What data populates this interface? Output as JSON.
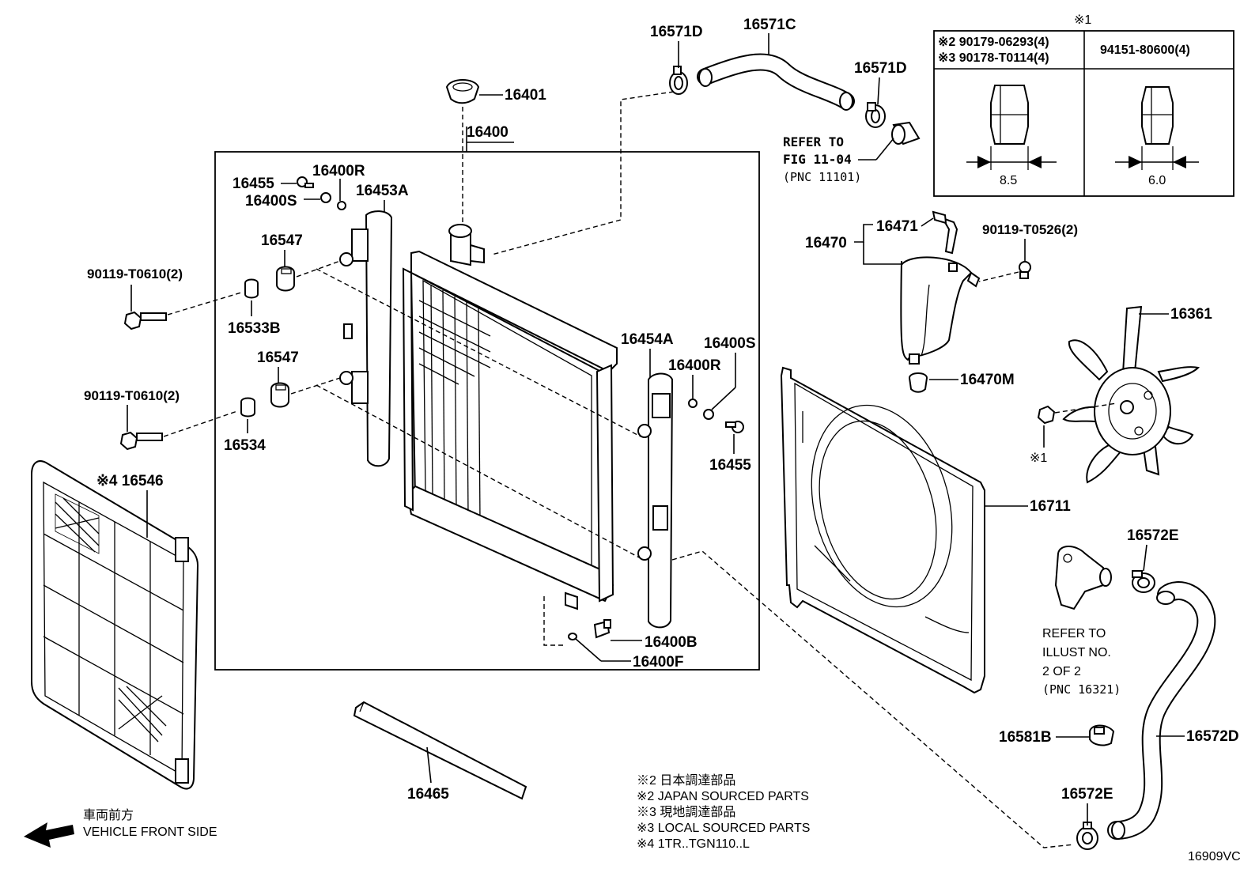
{
  "labels": {
    "p16571D_a": "16571D",
    "p16571C": "16571C",
    "p16571D_b": "16571D",
    "p16401": "16401",
    "p16400": "16400",
    "p16455_a": "16455",
    "p16400R_a": "16400R",
    "p16400S_a": "16400S",
    "p16453A": "16453A",
    "p16547_a": "16547",
    "p16533B": "16533B",
    "p90119_a": "90119-T0610(2)",
    "p16547_b": "16547",
    "p90119_b": "90119-T0610(2)",
    "p16534": "16534",
    "p16454A": "16454A",
    "p16400S_b": "16400S",
    "p16400R_b": "16400R",
    "p16455_b": "16455",
    "p16546": "※4 16546",
    "p16400B": "16400B",
    "p16400F": "16400F",
    "p16465": "16465",
    "p16471": "16471",
    "p16470": "16470",
    "p90119_T0526": "90119-T0526(2)",
    "p16361": "16361",
    "p16470M": "16470M",
    "x1_fan": "※1",
    "p16711": "16711",
    "p16572E_a": "16572E",
    "p16581B": "16581B",
    "p16572D": "16572D",
    "p16572E_b": "16572E",
    "diagram_code": "16909VC"
  },
  "refer_fig": {
    "line1": "REFER TO",
    "line2": "FIG 11-04",
    "line3": "(PNC 11101)"
  },
  "refer_illust": {
    "line1": "REFER TO",
    "line2": "ILLUST NO.",
    "line3": "2 OF 2",
    "line4": "(PNC 16321)"
  },
  "nut_table": {
    "marker": "※1",
    "left_row1": "※2 90179-06293(4)",
    "left_row2": "※3 90178-T0114(4)",
    "right_header": "94151-80600(4)",
    "left_dim": "8.5",
    "right_dim": "6.0"
  },
  "legend": {
    "l1": "※2  日本調達部品",
    "l2": "※2  JAPAN SOURCED PARTS",
    "l3": "※3  現地調達部品",
    "l4": "※3  LOCAL SOURCED PARTS",
    "l5": "※4  1TR..TGN110..L"
  },
  "front": {
    "jp": "車両前方",
    "en": "VEHICLE FRONT SIDE"
  }
}
